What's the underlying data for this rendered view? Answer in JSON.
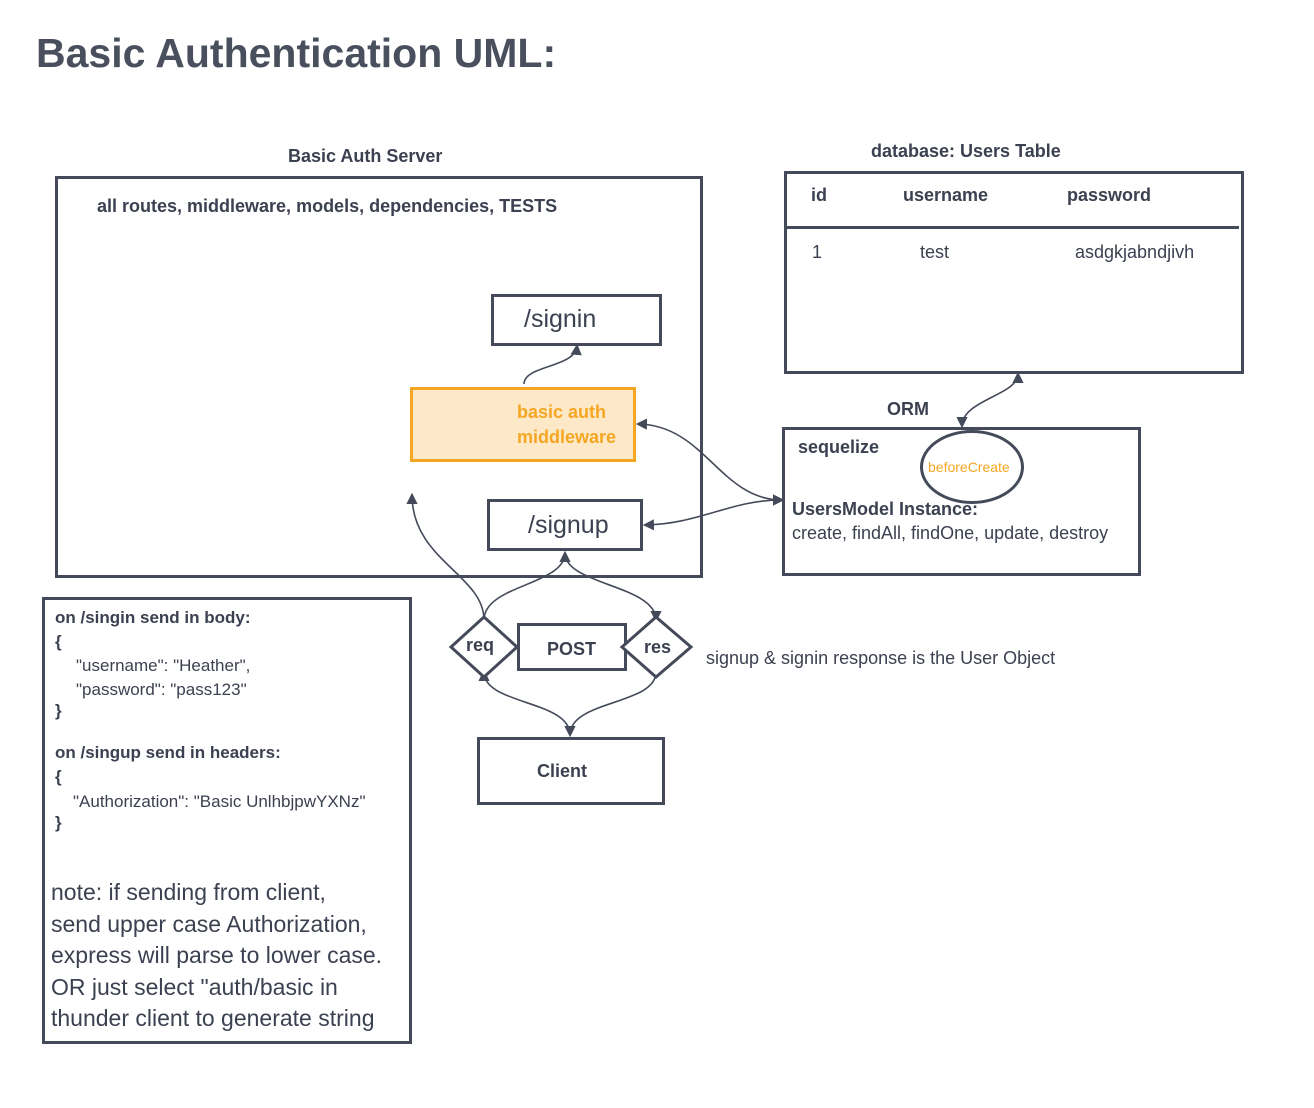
{
  "title": "Basic Authentication UML:",
  "server": {
    "label": "Basic Auth Server",
    "description": "all routes, middleware, models, dependencies,  TESTS",
    "signin_route": "/signin",
    "middleware_line1": "basic auth",
    "middleware_line2": "middleware",
    "signup_route": "/signup"
  },
  "database": {
    "label": "database:  Users Table",
    "columns": [
      "id",
      "username",
      "password"
    ],
    "row": [
      "1",
      "test",
      "asdgkjabndjivh"
    ]
  },
  "orm": {
    "label": "ORM",
    "name": "sequelize",
    "hook": "beforeCreate",
    "instance": "UsersModel Instance:",
    "methods": "create, findAll, findOne, update, destroy"
  },
  "flow": {
    "req": "req",
    "method": "POST",
    "res": "res",
    "client": "Client",
    "response_note": "signup & signin response is the User Object"
  },
  "notes": {
    "signin_heading": "on /singin send in body:",
    "signin_open": "{",
    "signin_username": "\"username\": \"Heather\",",
    "signin_password": "\"password\": \"pass123\"",
    "signin_close": "}",
    "signup_heading": "on /singup send in headers:",
    "signup_open": "{",
    "signup_auth": "\"Authorization\": \"Basic UnlhbjpwYXNz\"",
    "signup_close": "}",
    "note_line1": "note:  if sending from client,",
    "note_line2": "send upper case Authorization,",
    "note_line3": "express will parse to lower case.",
    "note_line4": "OR just select \"auth/basic in",
    "note_line5": "thunder client to generate string"
  },
  "colors": {
    "stroke": "#444a59",
    "accent": "#f5a623",
    "accent_fill": "#fde9c7"
  }
}
